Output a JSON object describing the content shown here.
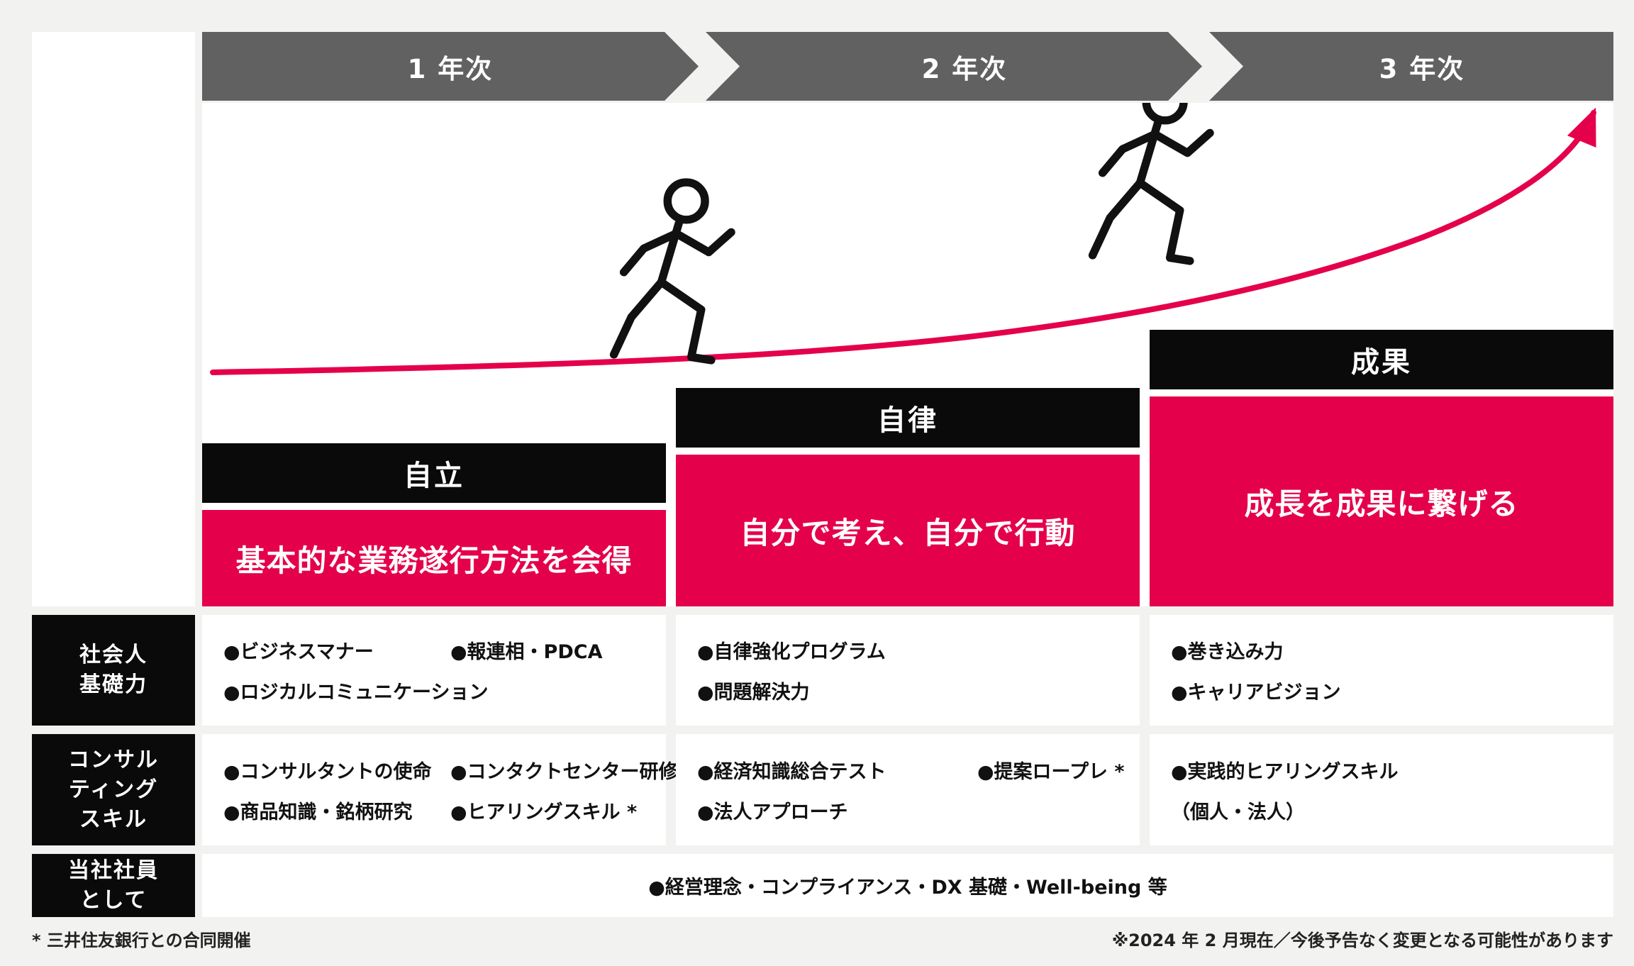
{
  "colors": {
    "accent_red": "#e4004b",
    "header_gray": "#616161",
    "bar_black": "#0a0a0a",
    "background": "#f2f2f0"
  },
  "header": {
    "years": [
      "1 年次",
      "2 年次",
      "3 年次"
    ]
  },
  "stages": [
    {
      "title": "自立",
      "description": "基本的な業務遂行方法を会得"
    },
    {
      "title": "自律",
      "description": "自分で考え、自分で行動"
    },
    {
      "title": "成果",
      "description": "成長を成果に繋げる"
    }
  ],
  "diagram": {
    "icons": [
      "runner-icon",
      "runner-icon",
      "growth-arrow-icon"
    ],
    "curve_color": "#e4004b"
  },
  "rows": {
    "shakaijin": {
      "label_lines": [
        "社会人",
        "基礎力"
      ],
      "col1": [
        "●ビジネスマナー",
        "●報連相・PDCA",
        "●ロジカルコミュニケーション"
      ],
      "col2": [
        "●自律強化プログラム",
        "●問題解決力"
      ],
      "col3": [
        "●巻き込み力",
        "●キャリアビジョン"
      ]
    },
    "consulting": {
      "label_lines": [
        "コンサル",
        "ティング",
        "スキル"
      ],
      "col1": [
        "●コンサルタントの使命",
        "●コンタクトセンター研修",
        "●商品知識・銘柄研究",
        "●ヒアリングスキル *"
      ],
      "col2": [
        "●経済知識総合テスト",
        "●提案ロープレ *",
        "●法人アプローチ"
      ],
      "col3": [
        "●実践的ヒアリングスキル",
        "（個人・法人）"
      ]
    },
    "employee": {
      "label_lines": [
        "当社社員",
        "として"
      ],
      "content": "●経営理念・コンプライアンス・DX 基礎・Well-being 等"
    }
  },
  "footnotes": {
    "left": "* 三井住友銀行との合同開催",
    "right": "※2024 年 2 月現在／今後予告なく変更となる可能性があります"
  }
}
